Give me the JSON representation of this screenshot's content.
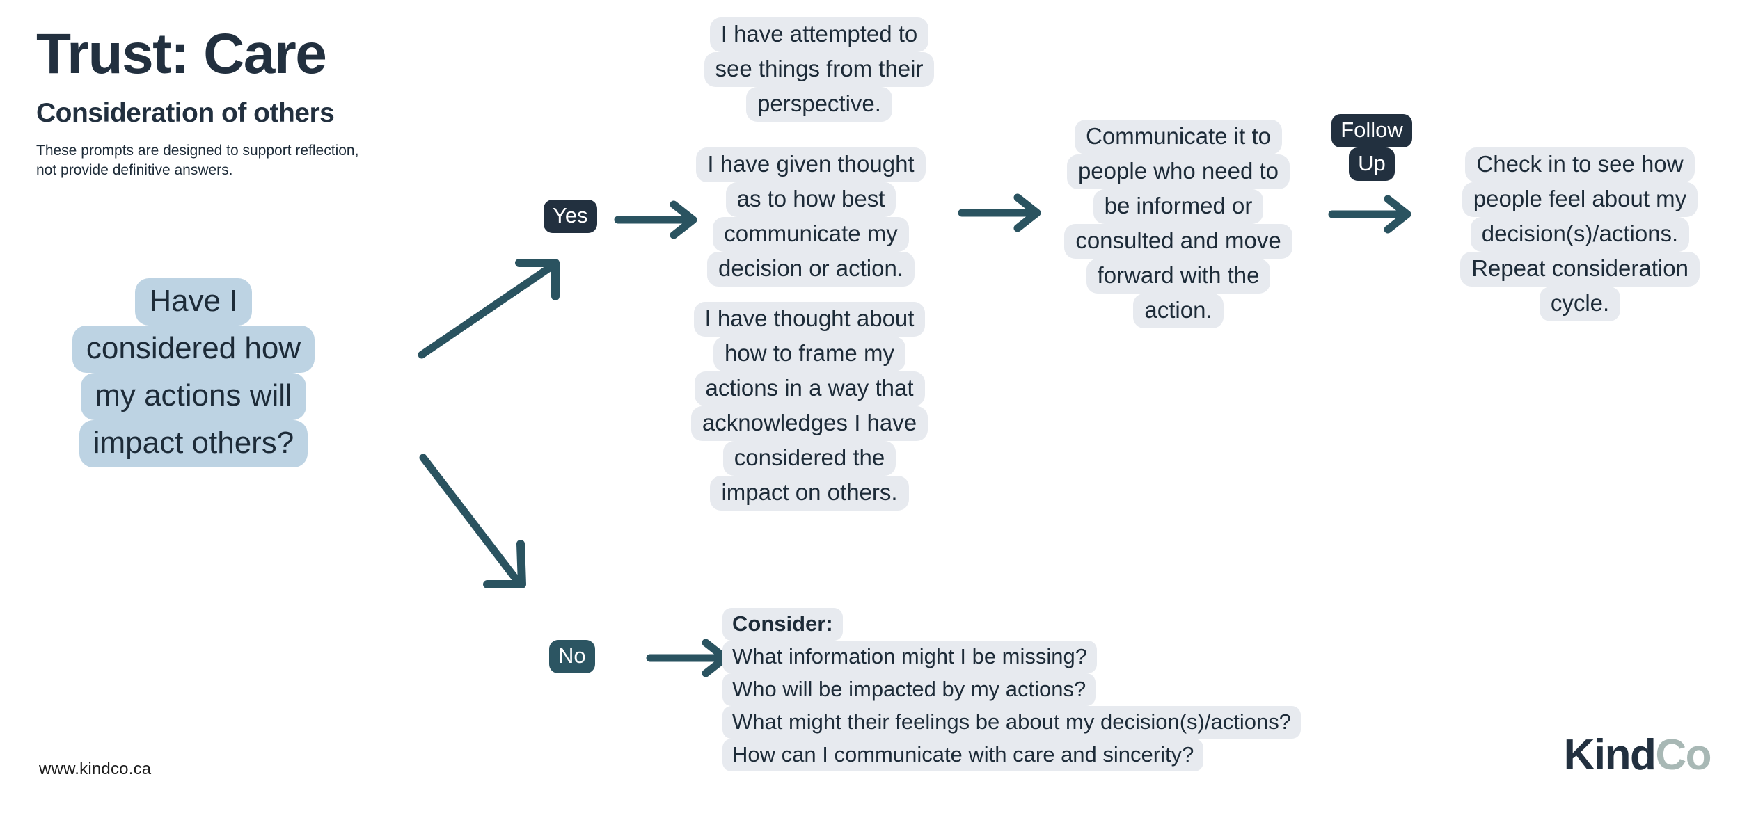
{
  "header": {
    "title": "Trust: Care",
    "subtitle": "Consideration of others",
    "lede_line1": "These prompts are designed to support reflection,",
    "lede_line2": "not provide definitive answers."
  },
  "question": {
    "name": "root-question",
    "lines": [
      "Have I",
      "considered how",
      "my actions will",
      "impact others?"
    ],
    "full_text": "Have I considered how my actions will impact others?",
    "background": "#bdd3e3"
  },
  "branches": {
    "yes_label": "Yes",
    "no_label": "No",
    "follow_up_label_lines": [
      "Follow",
      "Up"
    ],
    "follow_up_label": "Follow Up"
  },
  "yes_prompts": [
    {
      "id": "prompt-perspective",
      "lines": [
        "I have attempted to",
        "see things from their",
        "perspective."
      ],
      "full_text": "I have attempted to see things from their perspective."
    },
    {
      "id": "prompt-communicate",
      "lines": [
        "I have given thought",
        "as to how best",
        "communicate my",
        "decision or action."
      ],
      "full_text": "I have given thought as to how best communicate my decision or action."
    },
    {
      "id": "prompt-frame",
      "lines": [
        "I have thought about",
        "how to frame my",
        "actions in a way that",
        "acknowledges I have",
        "considered the",
        "impact on others."
      ],
      "full_text": "I have thought about how to frame my actions in a way that acknowledges I have considered the impact on others."
    }
  ],
  "action_step": {
    "id": "action-communicate",
    "lines": [
      "Communicate it to",
      "people who need to",
      "be informed or",
      "consulted and move",
      "forward with the",
      "action."
    ],
    "full_text": "Communicate it to people who need to be informed or consulted and move forward with the action."
  },
  "follow_up_step": {
    "id": "followup-checkin",
    "lines": [
      "Check in to see how",
      "people feel about my",
      "decision(s)/actions.",
      "Repeat consideration",
      "cycle."
    ],
    "full_text": "Check in to see how people feel about my decision(s)/actions. Repeat consideration cycle."
  },
  "no_branch": {
    "id": "consider-list",
    "heading": "Consider:",
    "items": [
      "What information might I be missing?",
      "Who will be impacted by my actions?",
      "What might their feelings be about my decision(s)/actions?",
      "How can I communicate with care and sincerity?"
    ]
  },
  "footer": {
    "url": "www.kindco.ca",
    "logo_part1": "Kind",
    "logo_part2": "Co"
  },
  "colors": {
    "navy": "#22303f",
    "teal": "#2a5360",
    "prompt_bg": "#e7eaef",
    "question_bg": "#bdd3e3",
    "logo_accent": "#a8b8b5",
    "page_bg": "#ffffff"
  }
}
